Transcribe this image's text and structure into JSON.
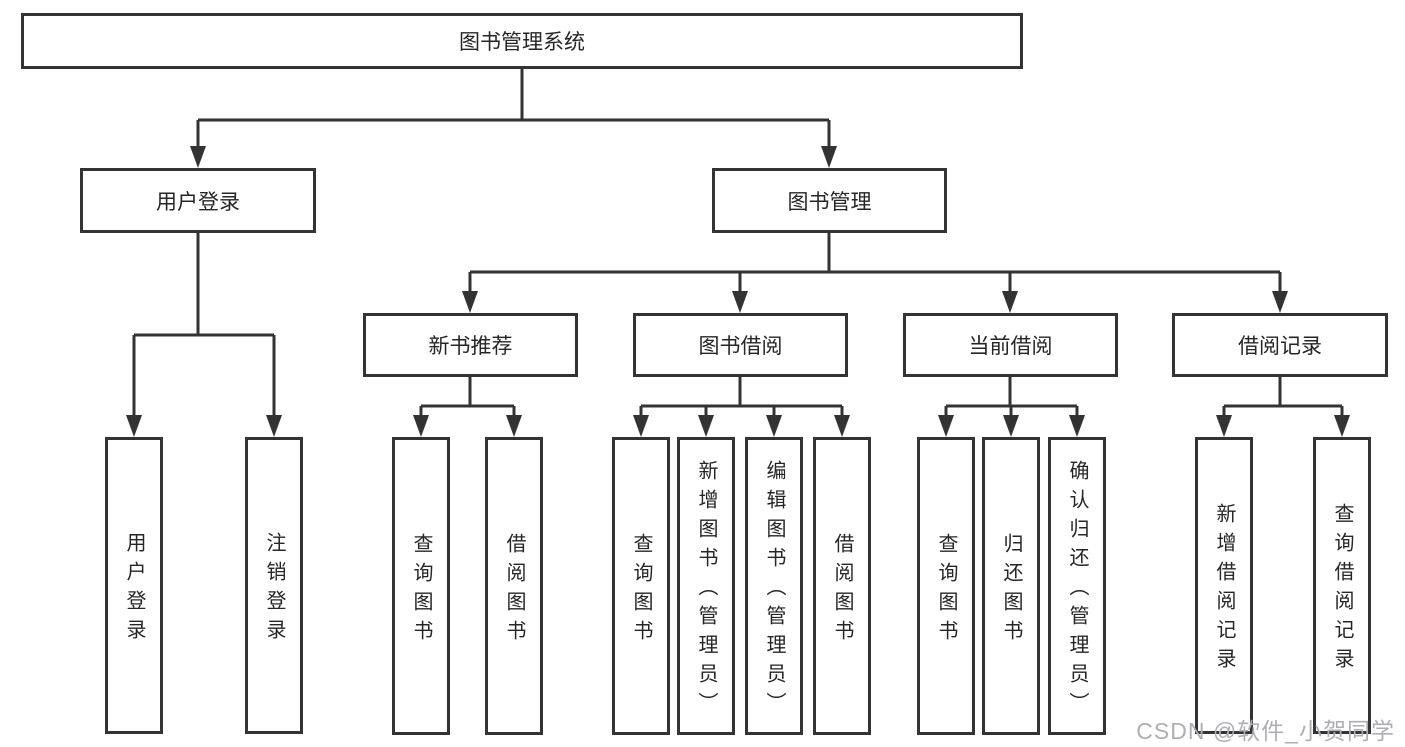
{
  "diagram": {
    "root": {
      "label": "图书管理系统",
      "children": [
        {
          "label": "用户登录",
          "children": [
            {
              "label": "用户登录"
            },
            {
              "label": "注销登录"
            }
          ]
        },
        {
          "label": "图书管理",
          "children": [
            {
              "label": "新书推荐",
              "children": [
                {
                  "label": "查询图书"
                },
                {
                  "label": "借阅图书"
                }
              ]
            },
            {
              "label": "图书借阅",
              "children": [
                {
                  "label": "查询图书"
                },
                {
                  "label": "新增图书（管理员）"
                },
                {
                  "label": "编辑图书（管理员）"
                },
                {
                  "label": "借阅图书"
                }
              ]
            },
            {
              "label": "当前借阅",
              "children": [
                {
                  "label": "查询图书"
                },
                {
                  "label": "归还图书"
                },
                {
                  "label": "确认归还（管理员）"
                }
              ]
            },
            {
              "label": "借阅记录",
              "children": [
                {
                  "label": "新增借阅记录"
                },
                {
                  "label": "查询借阅记录"
                }
              ]
            }
          ]
        }
      ]
    }
  },
  "watermark": {
    "text": "CSDN @软件_小贺同学"
  },
  "colors": {
    "line": "#333333",
    "text": "#262626",
    "watermark": "#aeaeb4",
    "bg": "#ffffff"
  }
}
